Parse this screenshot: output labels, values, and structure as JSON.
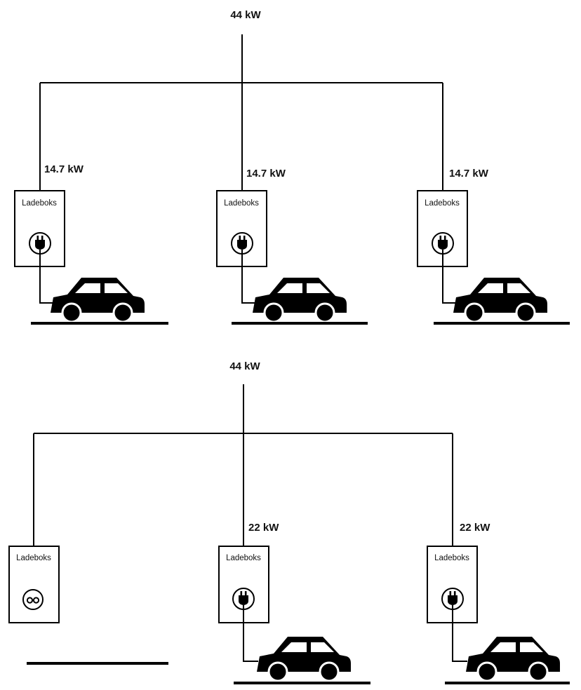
{
  "diagrams": [
    {
      "supply_label": "44 kW",
      "stations": [
        {
          "power_label": "14.7 kW",
          "box_label": "Ladeboks",
          "state": "charging"
        },
        {
          "power_label": "14.7 kW",
          "box_label": "Ladeboks",
          "state": "charging"
        },
        {
          "power_label": "14.7 kW",
          "box_label": "Ladeboks",
          "state": "charging"
        }
      ]
    },
    {
      "supply_label": "44 kW",
      "stations": [
        {
          "power_label": "",
          "box_label": "Ladeboks",
          "state": "idle"
        },
        {
          "power_label": "22 kW",
          "box_label": "Ladeboks",
          "state": "charging"
        },
        {
          "power_label": "22 kW",
          "box_label": "Ladeboks",
          "state": "charging"
        }
      ]
    }
  ]
}
